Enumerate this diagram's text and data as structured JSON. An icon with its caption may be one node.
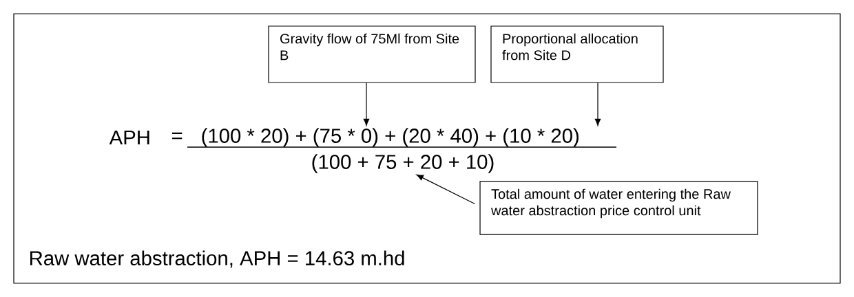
{
  "diagram": {
    "nodes": [
      {
        "text": [
          "Gravity flow of 75Ml from Site B"
        ]
      },
      {
        "text": [
          "Proportional allocation from Site D"
        ]
      },
      {
        "text": [
          "Total amount of water entering the Raw water abstraction price control unit"
        ]
      },
      {
        "text": [
          "(100 * 20)  + (75 * 0) + (20 * 40) + (10 * 20)"
        ]
      },
      {
        "text": [
          "(100 + 75 + 20 + 10)"
        ]
      }
    ],
    "edges": [
      {
        "from": 0,
        "to": 3,
        "arrow": "to"
      },
      {
        "from": 1,
        "to": 3,
        "arrow": "to"
      },
      {
        "from": 2,
        "to": 4,
        "arrow": "to"
      }
    ],
    "labels": [
      "APH",
      "=",
      "Raw water abstraction, APH = 14.63 m.hd"
    ]
  }
}
